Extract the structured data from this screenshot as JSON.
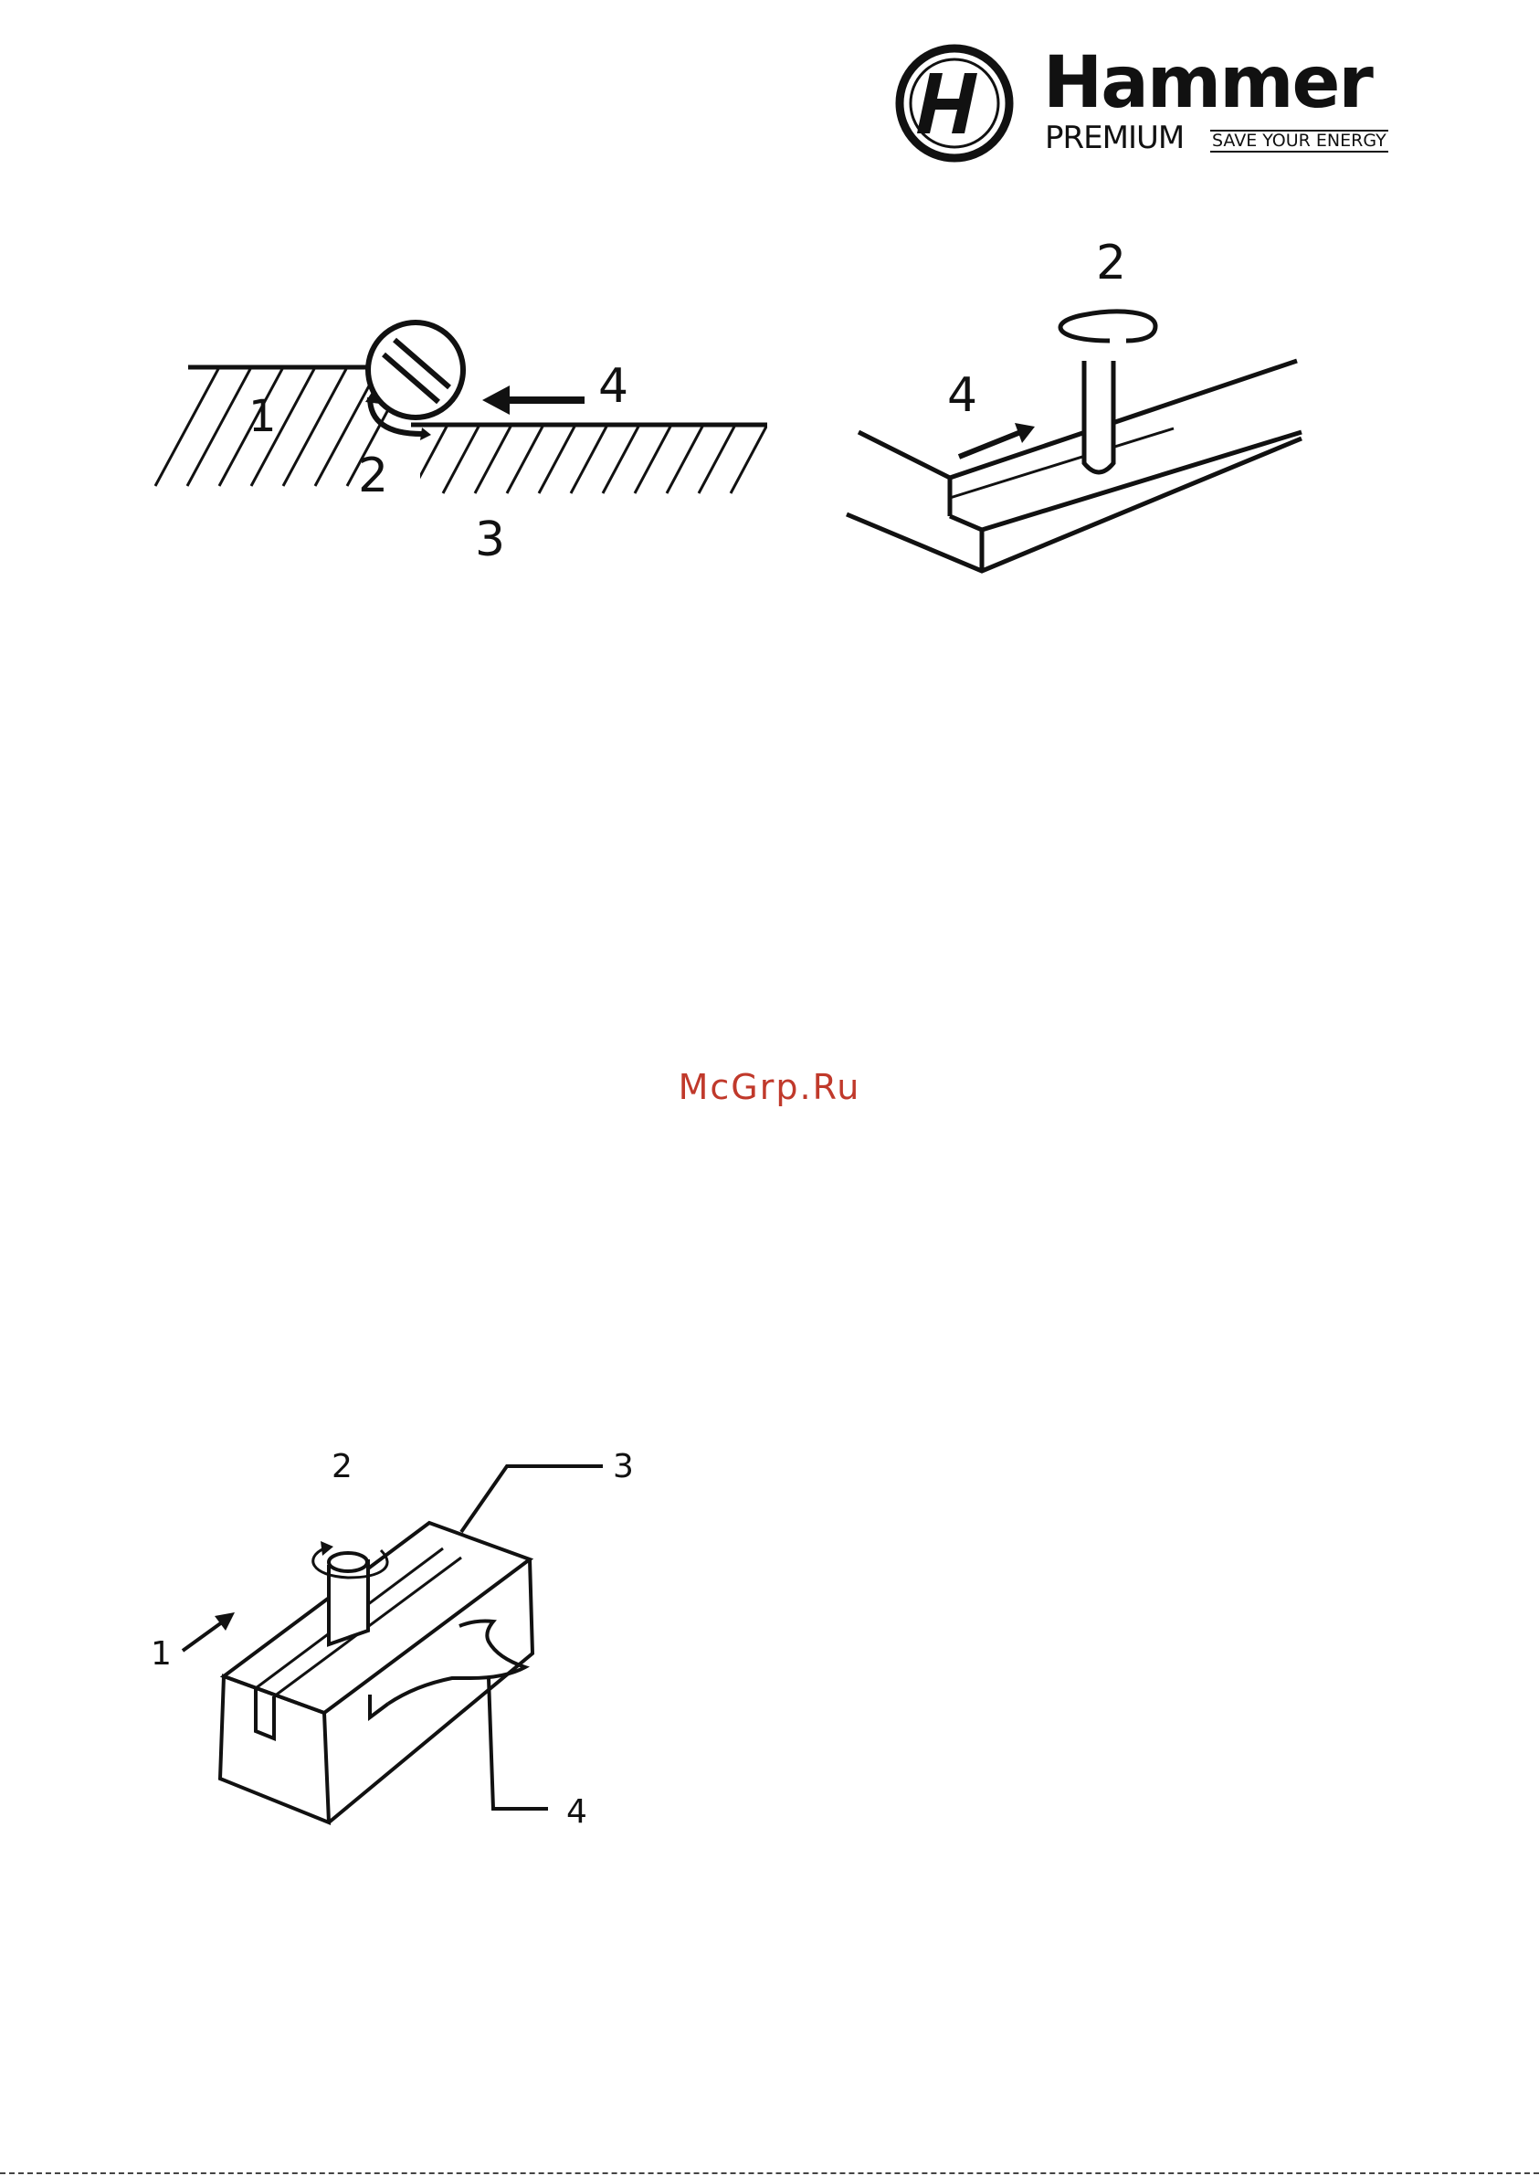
{
  "logo": {
    "icon": "hammer-emblem-icon",
    "brand": "Hammer",
    "sub": "PREMIUM",
    "tagline": "SAVE YOUR ENERGY"
  },
  "figure_1": {
    "labels": [
      "1",
      "2",
      "3",
      "4"
    ]
  },
  "figure_2": {
    "labels": [
      "2",
      "4"
    ]
  },
  "figure_3": {
    "labels": [
      "1",
      "2",
      "3",
      "4"
    ]
  },
  "watermark": "McGrp.Ru"
}
